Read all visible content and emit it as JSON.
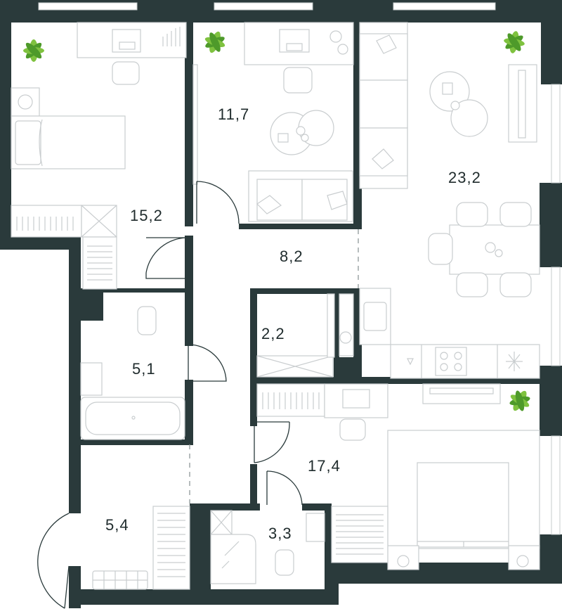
{
  "colors": {
    "wall": "#2a3a3b",
    "furniture_line": "#c9cdcf",
    "plant": "#7fc23f",
    "background": "#ffffff"
  },
  "rooms": [
    {
      "id": "bedroom-left",
      "area": "15,2"
    },
    {
      "id": "bedroom-middle",
      "area": "11,7"
    },
    {
      "id": "living-kitchen",
      "area": "23,2"
    },
    {
      "id": "hallway",
      "area": "8,2"
    },
    {
      "id": "storage",
      "area": "2,2"
    },
    {
      "id": "bathroom",
      "area": "5,1"
    },
    {
      "id": "bedroom-master",
      "area": "17,4"
    },
    {
      "id": "entry-hall",
      "area": "5,4"
    },
    {
      "id": "shower-room",
      "area": "3,3"
    }
  ],
  "icons": [
    "plant-icon",
    "desk-icon",
    "chair-icon",
    "bed-icon",
    "sofa-icon",
    "toilet-icon",
    "bathtub-icon",
    "sink-icon",
    "stove-icon",
    "dining-table-icon",
    "wardrobe-icon",
    "door-swing-icon"
  ]
}
